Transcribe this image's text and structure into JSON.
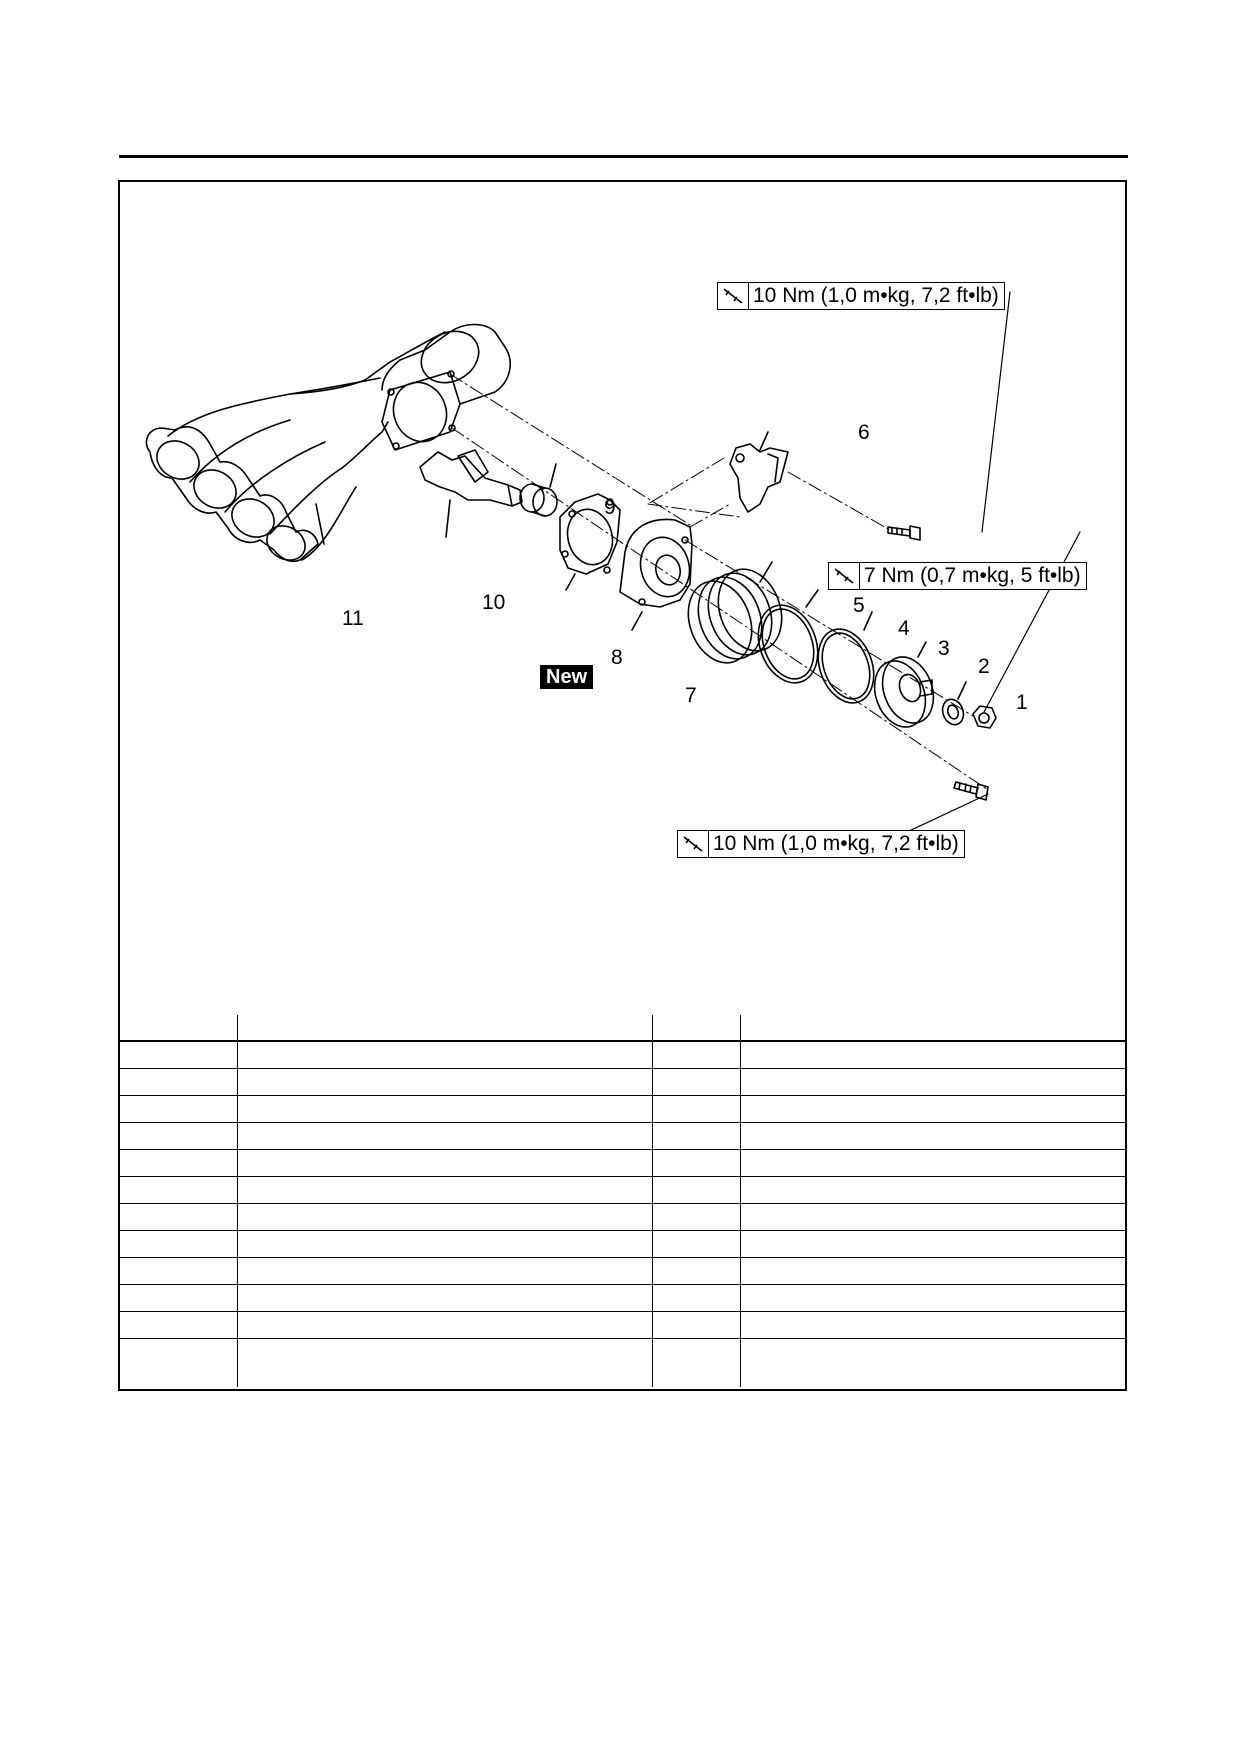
{
  "torque_specs": {
    "upper": "10 Nm (1,0 m•kg, 7,2 ft•lb)",
    "middle": "7 Nm (0,7 m•kg, 5 ft•lb)",
    "lower": "10 Nm (1,0 m•kg, 7,2 ft•lb)"
  },
  "callouts": {
    "c1": "1",
    "c2": "2",
    "c3": "3",
    "c4": "4",
    "c5": "5",
    "c6": "6",
    "c7": "7",
    "c8": "8",
    "c9": "9",
    "c10": "10",
    "c11": "11"
  },
  "badge": {
    "new": "New"
  },
  "icons": {
    "torque": "torque-wrench-icon"
  },
  "table": {
    "row_count": 13,
    "columns": 4
  }
}
